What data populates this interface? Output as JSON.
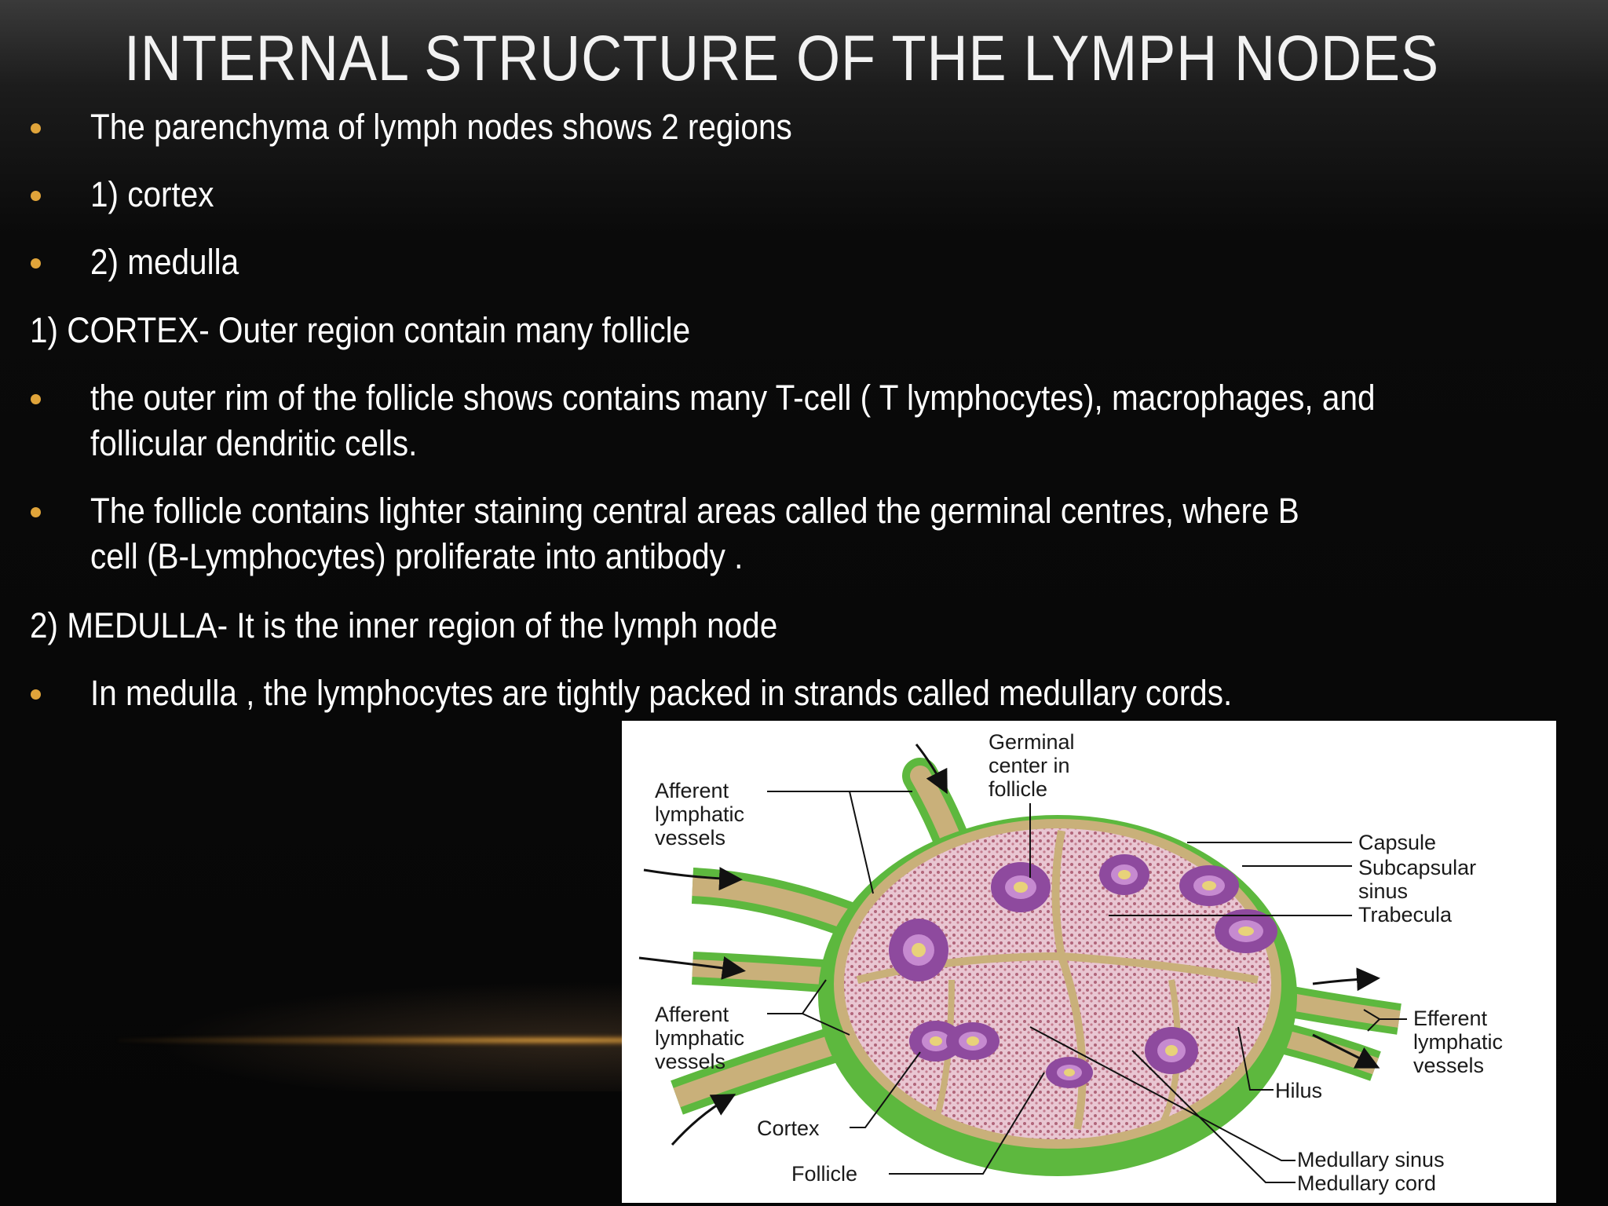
{
  "slide": {
    "title": "INTERNAL STRUCTURE OF THE LYMPH  NODES",
    "intro_bullets": [
      "The parenchyma of lymph nodes shows 2 regions",
      "1) cortex",
      "2) medulla"
    ],
    "cortex_heading": "1) CORTEX- Outer region contain many follicle",
    "cortex_bullets": [
      "  the outer rim of the follicle shows contains many T-cell ( T lymphocytes), macrophages, and follicular dendritic cells.",
      "The follicle contains lighter staining central areas called the germinal centres, where B cell (B-Lymphocytes) proliferate into antibody ."
    ],
    "medulla_heading": "2) MEDULLA- It is the inner region of the lymph node",
    "medulla_bullets": [
      "In medulla , the lymphocytes are tightly packed in strands called medullary cords."
    ],
    "bullet_color": "#e0a43a"
  },
  "diagram": {
    "labels": {
      "germinal_center": [
        "Germinal",
        "center in",
        "follicle"
      ],
      "afferent_top": [
        "Afferent",
        "lymphatic",
        "vessels"
      ],
      "capsule": "Capsule",
      "subcapsular_sinus": [
        "Subcapsular",
        "sinus"
      ],
      "trabecula": "Trabecula",
      "afferent_bottom": [
        "Afferent",
        "lymphatic",
        "vessels"
      ],
      "efferent": [
        "Efferent",
        "lymphatic",
        "vessels"
      ],
      "hilus": "Hilus",
      "cortex": "Cortex",
      "follicle": "Follicle",
      "medullary_sinus": "Medullary sinus",
      "medullary_cord": "Medullary cord"
    },
    "colors": {
      "capsule_green": "#5db83e",
      "vessel_tan": "#c9b07a",
      "node_pink": "#e6c3cf",
      "follicle_purple": "#8e4a9e",
      "germinal_center": "#e8d27a"
    }
  }
}
